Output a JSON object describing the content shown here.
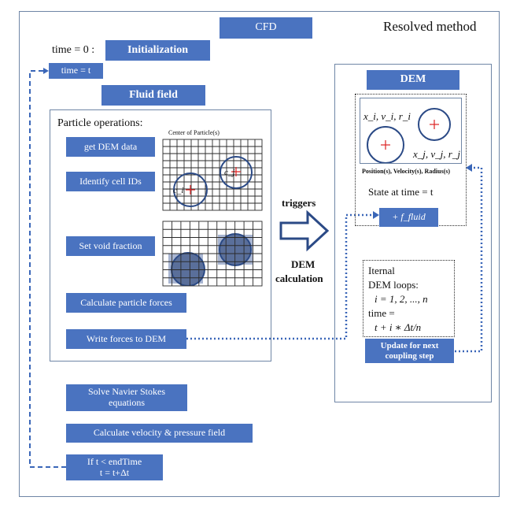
{
  "header": {
    "cfd_label": "CFD",
    "resolved_method_label": "Resolved method"
  },
  "left": {
    "time_zero_label": "time = 0 :",
    "initialization_label": "Initialization",
    "time_t_label": "time = t",
    "fluid_field_label": "Fluid field",
    "particle_operations_label": "Particle operations:",
    "get_dem_data_label": "get DEM data",
    "identify_cell_ids_label": "Identify cell IDs",
    "set_void_fraction_label": "Set void fraction",
    "calculate_particle_forces_label": "Calculate particle forces",
    "write_forces_label": "Write forces to DEM",
    "solve_navier_stokes_label": "Solve Navier Stokes equations",
    "calculate_velocity_label": "Calculate velocity & pressure field",
    "if_end_line1": "If t < endTime",
    "if_end_line2": "t = t+Δt"
  },
  "grid": {
    "center_of_particles_label": "Center of Particle(s)",
    "ci_label": "c_i",
    "cj_label": "c_j"
  },
  "middle": {
    "triggers_label": "triggers",
    "dem_calc_line1": "DEM",
    "dem_calc_line2": "calculation"
  },
  "dem": {
    "title": "DEM",
    "particle_i_label": "x_i, v_i, r_i",
    "particle_j_label": "x_j, v_j, r_j",
    "position_line": "Position(s), Velocity(s), Radius(s)",
    "state_label": "State at time = t",
    "f_fluid_label": "+ f_fluid",
    "internal_line1": "Iternal",
    "internal_line2": "DEM loops:",
    "internal_line3": "i = 1, 2, ..., n",
    "internal_line4": "time =",
    "internal_line5": "t + i ∗ Δt/n",
    "update_line1": "Update for next",
    "update_line2": "coupling step"
  },
  "colors": {
    "box_fill": "#4a73c0",
    "frame": "#6f86a6",
    "dotted": "#3a66b8",
    "dashed": "#3a66b8",
    "particle_fill": "#5a6f9a"
  }
}
